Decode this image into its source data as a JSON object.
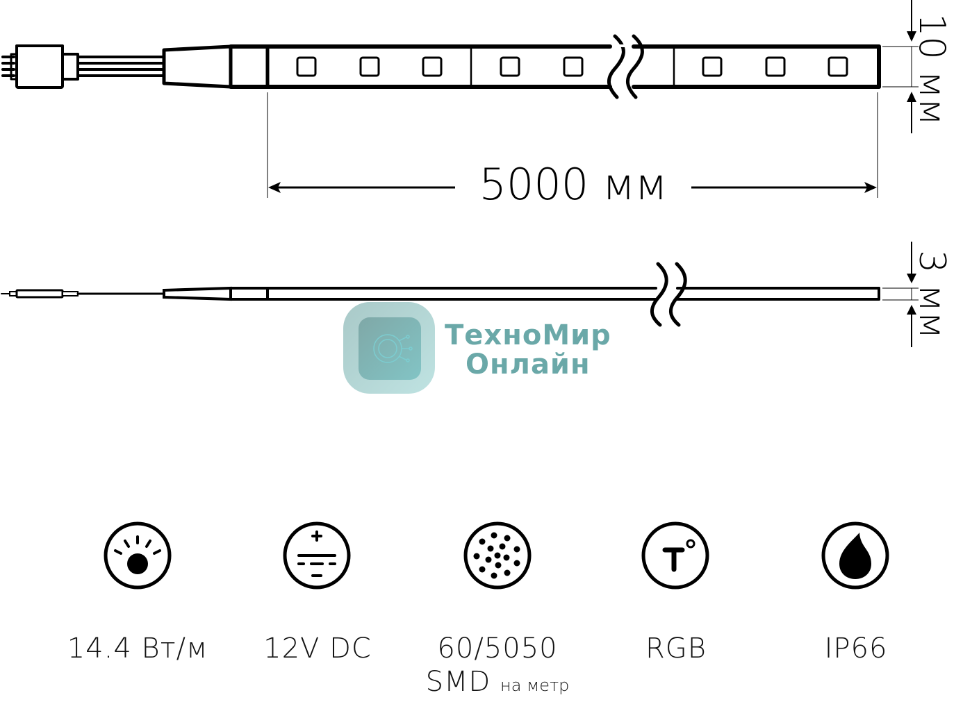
{
  "diagram": {
    "title": "RGB LED strip dimensional drawing",
    "top_view": {
      "length_label": "5000 мм",
      "width_label": "10 мм",
      "led_count_visible": 8,
      "segments_visible": 3,
      "break_symbol": "wavy-break"
    },
    "side_view": {
      "thickness_label": "3 мм",
      "break_symbol": "wavy-break"
    },
    "connector": {
      "type": "4-pin RGB connector",
      "wire_count": 4
    }
  },
  "watermark": {
    "line1": "ТехноМир",
    "line2": "Онлайн",
    "color": "#6aa8a8"
  },
  "specs": [
    {
      "icon": "brightness-icon",
      "label": "14.4 Вт/м"
    },
    {
      "icon": "dc-voltage-icon",
      "label": "12V DC"
    },
    {
      "icon": "led-dots-icon",
      "label": "60/5050",
      "label2": "SMD",
      "label2_small": "на метр"
    },
    {
      "icon": "temperature-icon",
      "label": "RGB"
    },
    {
      "icon": "water-drop-icon",
      "label": "IP66"
    }
  ]
}
